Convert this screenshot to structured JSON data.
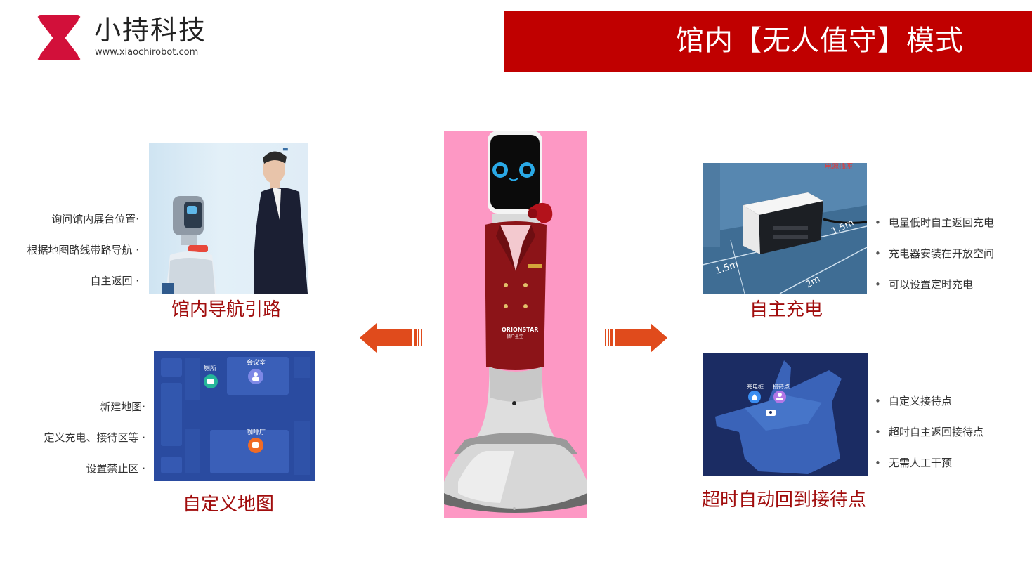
{
  "header": {
    "brand_name": "小持科技",
    "brand_url": "www.xiaochirobot.com",
    "title": "馆内【无人值守】模式"
  },
  "sections": {
    "navigation": {
      "title": "馆内导航引路",
      "items": [
        "询问馆内展台位置·",
        "根据地图路线带路导航 ·",
        "自主返回 ·"
      ]
    },
    "custom_map": {
      "title": "自定义地图",
      "items": [
        "新建地图·",
        "定义充电、接待区等 ·",
        "设置禁止区 ·"
      ],
      "map_labels": [
        "厕所",
        "会议室",
        "咖啡厅"
      ]
    },
    "charging": {
      "title": "自主充电",
      "items": [
        "电量低时自主返回充电",
        "充电器安装在开放空间",
        "可以设置定时充电"
      ],
      "image_labels": [
        "电源插座",
        "1.5m",
        "1.5m",
        "2m"
      ]
    },
    "reception": {
      "title": "超时自动回到接待点",
      "items": [
        "自定义接待点",
        "超时自主返回接待点",
        "无需人工干预"
      ],
      "map_labels": [
        "充电桩",
        "接待点"
      ]
    }
  },
  "robot": {
    "brand": "ORIONSTAR",
    "brand_sub": "猎户星空"
  },
  "colors": {
    "title_banner": "#c00000",
    "section_title": "#a10d0d",
    "arrow": "#e04b1c",
    "robot_background": "#fd98c4"
  }
}
